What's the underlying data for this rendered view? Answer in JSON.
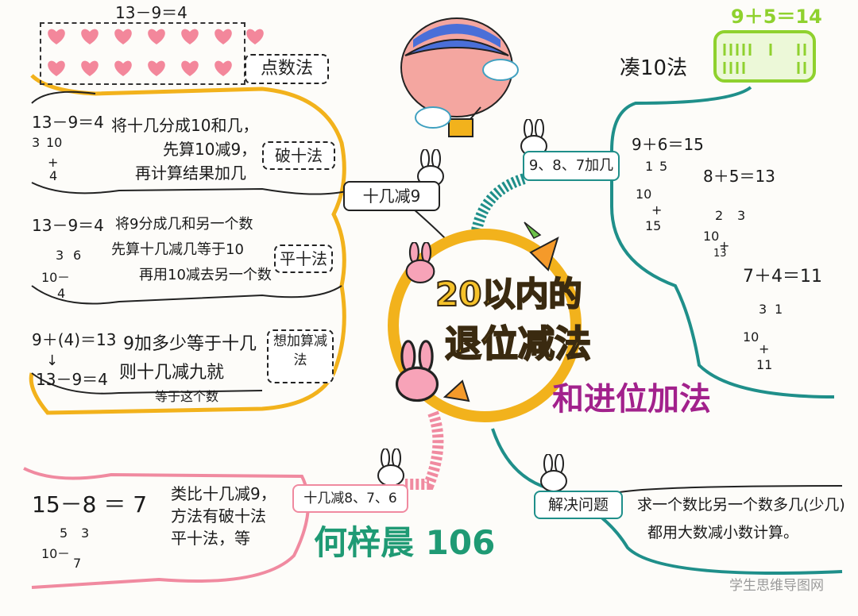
{
  "title": {
    "line1": "20以内的",
    "line2": "退位减法",
    "line3": "和进位加法"
  },
  "left_top_branch": {
    "label": "十几减9",
    "dot_method": {
      "label": "点数法",
      "equation": "13－9＝4"
    },
    "break_ten": {
      "label": "破十法",
      "equation": "13－9＝4",
      "lines": [
        "将十几分成10和几，",
        "先算10减9，",
        "再计算结果加几"
      ],
      "diagram": [
        "3",
        "10",
        "+",
        "4"
      ]
    },
    "flat_ten": {
      "label": "平十法",
      "equation": "13－9＝4",
      "lines": [
        "将9分成几和另一个数",
        "先算十几减几等于10",
        "再用10减去另一个数"
      ],
      "diagram": [
        "3",
        "6",
        "10",
        "－",
        "4"
      ]
    },
    "think_add": {
      "label": "想加算减法",
      "eq1": "9＋(4)＝13",
      "eq2": "13－9＝4",
      "lines": [
        "9加多少等于十几",
        "则十几减九就",
        "等于这个数"
      ]
    }
  },
  "left_bottom_branch": {
    "label": "十几减8、7、6",
    "equation": "15－8 ＝ 7",
    "diagram": [
      "5",
      "3",
      "10",
      "－",
      "7"
    ],
    "lines": [
      "类比十几减9，",
      "方法有破十法",
      "平十法，等"
    ]
  },
  "right_top_branch": {
    "label": "9、8、7加几",
    "make_ten": {
      "label": "凑10法",
      "equation": "9＋5＝14"
    },
    "eq_a": {
      "equation": "9＋6＝15",
      "parts": [
        "1",
        "5",
        "10",
        "+",
        "15"
      ]
    },
    "eq_b": {
      "equation": "8＋5＝13",
      "parts": [
        "2",
        "3",
        "10",
        "+",
        "13"
      ]
    },
    "eq_c": {
      "equation": "7＋4＝11",
      "parts": [
        "3",
        "1",
        "10",
        "+",
        "11"
      ]
    }
  },
  "right_bottom_branch": {
    "label": "解决问题",
    "lines": [
      "求一个数比另一个数多几(少几)",
      "都用大数减小数计算。"
    ]
  },
  "author": "何梓晨 106",
  "watermark": "学生思维导图网",
  "colors": {
    "yellow": "#f2b21c",
    "teal": "#1f8f8a",
    "pink": "#f08aa0",
    "purple": "#a2218c",
    "green": "#8fd12e"
  }
}
